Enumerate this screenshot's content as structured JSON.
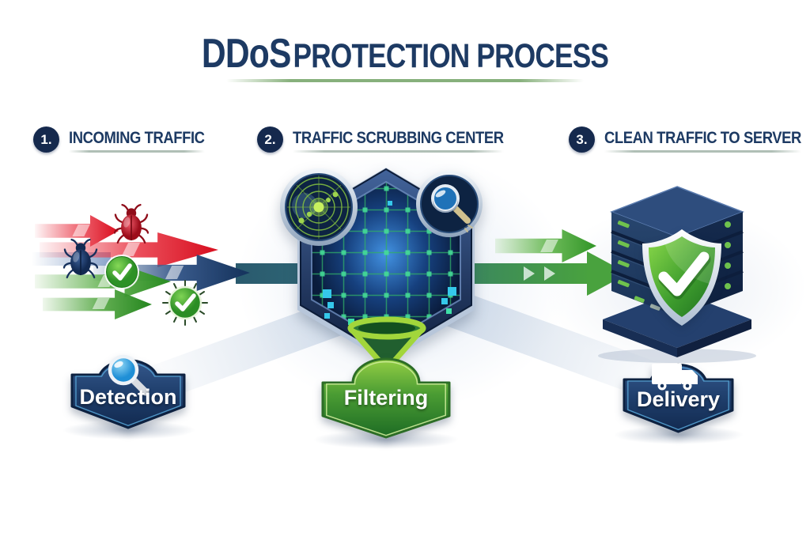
{
  "title": {
    "main": "DDoS",
    "sub": "PROTECTION PROCESS"
  },
  "steps": [
    {
      "number": "1.",
      "label": "INCOMING TRAFFIC"
    },
    {
      "number": "2.",
      "label": "TRAFFIC SCRUBBING CENTER"
    },
    {
      "number": "3.",
      "label": "CLEAN TRAFFIC TO SERVER"
    }
  ],
  "stages": {
    "detection": {
      "label": "Detection",
      "icon": "magnifier-icon"
    },
    "filtering": {
      "label": "Filtering",
      "icon": "funnel-icon"
    },
    "delivery": {
      "label": "Delivery",
      "icon": "truck-icon"
    }
  },
  "icons": {
    "scrubbing_center": [
      "radar-icon",
      "magnifier-icon",
      "grid-shield-hexagon"
    ],
    "incoming": [
      "bug-icon-red",
      "bug-icon-navy",
      "check-circle-icon",
      "spiky-check-icon"
    ],
    "outgoing": [
      "server-stack-icon",
      "shield-check-icon"
    ]
  },
  "colors": {
    "navy": "#1d3a63",
    "red_arrow": "#dc1626",
    "green_arrow": "#2f8f27",
    "teal_pipe": "#2a5a6e",
    "badge_navy": "#20406e",
    "badge_green": "#4a9c33",
    "hex_glow_blue": "#3f8ede",
    "grid_green": "#2fae67"
  }
}
